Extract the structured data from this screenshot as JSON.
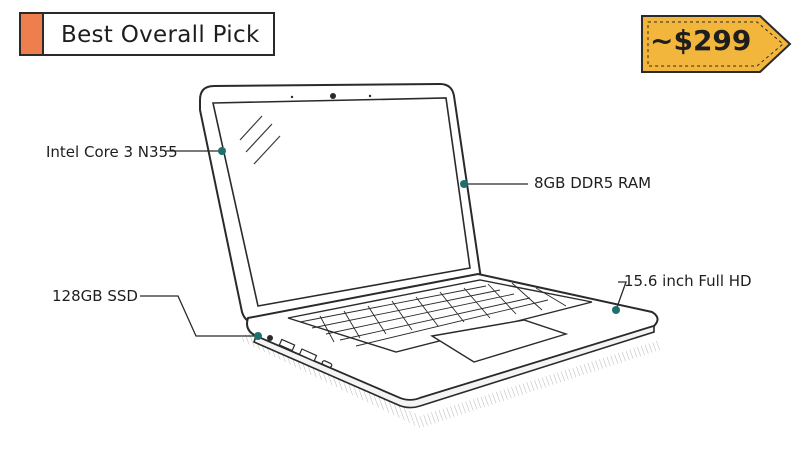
{
  "badge": {
    "title": "Best Overall Pick",
    "accent_color": "#ef7e4f"
  },
  "price": {
    "text": "~$299",
    "tag_color": "#f2b63d"
  },
  "specs": {
    "cpu": "Intel Core 3 N355",
    "ram": "8GB DDR5 RAM",
    "storage": "128GB SSD",
    "display": "15.6 inch Full HD"
  },
  "colors": {
    "callout_dot": "#1f6f6e",
    "ink": "#2a2a2a"
  },
  "icons": [
    "laptop-illustration",
    "webcam-icon",
    "usb-port-icon",
    "hdmi-port-icon",
    "usb-c-port-icon",
    "audio-jack-icon"
  ]
}
